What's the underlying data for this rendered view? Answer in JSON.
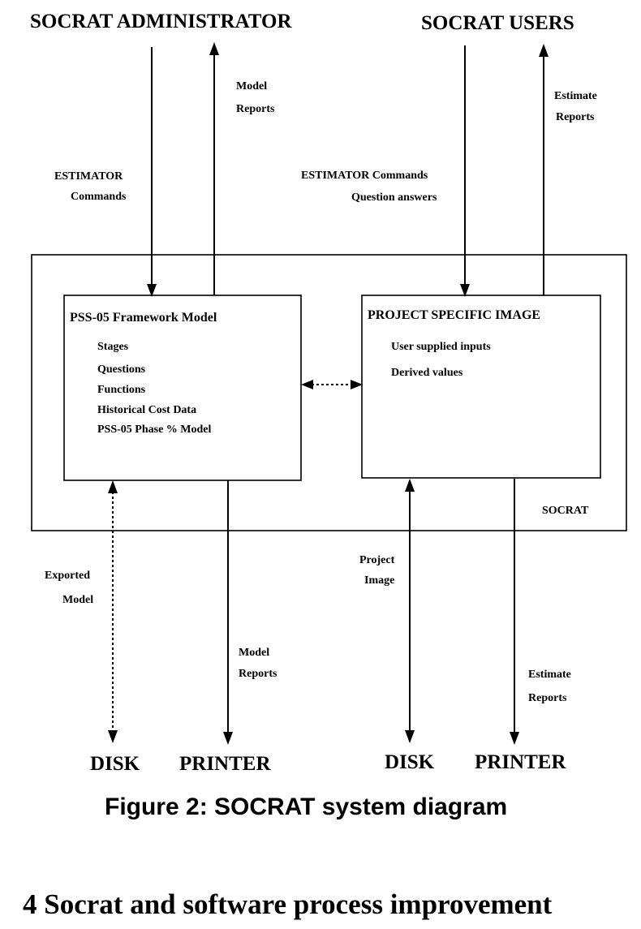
{
  "actors": {
    "administrator": "SOCRAT ADMINISTRATOR",
    "users": "SOCRAT USERS"
  },
  "flows": {
    "admin_commands": [
      "ESTIMATOR",
      "Commands"
    ],
    "admin_reports": [
      "Model",
      "Reports"
    ],
    "user_commands": [
      "ESTIMATOR Commands",
      "Question answers"
    ],
    "user_reports": [
      "Estimate",
      "Reports"
    ],
    "exported_model": [
      "Exported",
      "Model"
    ],
    "model_printout": [
      "Model",
      "Reports"
    ],
    "project_image": [
      "Project",
      "Image"
    ],
    "estimate_printout": [
      "Estimate",
      "Reports"
    ]
  },
  "framework_box": {
    "title": "PSS-05 Framework Model",
    "items": [
      "Stages",
      "Questions",
      "Functions",
      "Historical Cost Data",
      "PSS-05 Phase % Model"
    ]
  },
  "project_box": {
    "title": "PROJECT SPECIFIC IMAGE",
    "items": [
      "User supplied inputs",
      "Derived values"
    ]
  },
  "system_label": "SOCRAT",
  "devices": {
    "disk_left": "DISK",
    "printer_left": "PRINTER",
    "disk_right": "DISK",
    "printer_right": "PRINTER"
  },
  "caption": "Figure 2: SOCRAT system diagram",
  "section_heading": "4 Socrat and software process improvement"
}
